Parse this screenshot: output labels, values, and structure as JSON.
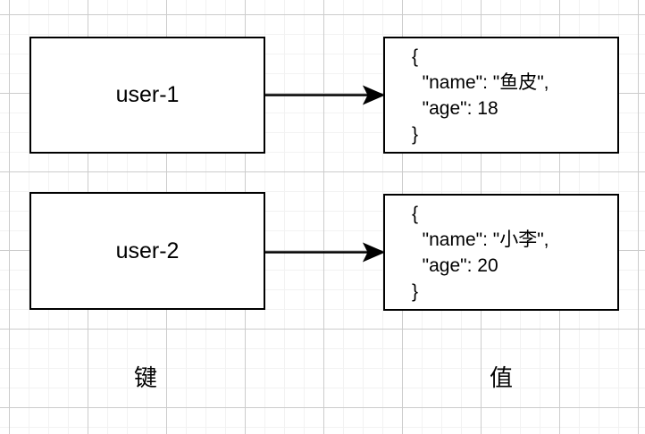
{
  "diagram": {
    "rows": [
      {
        "key": "user-1",
        "value_lines": [
          "{",
          "  \"name\": \"鱼皮\",",
          "  \"age\": 18",
          "}"
        ]
      },
      {
        "key": "user-2",
        "value_lines": [
          "{",
          "  \"name\": \"小李\",",
          "  \"age\": 20",
          "}"
        ]
      }
    ],
    "labels": {
      "key": "键",
      "value": "值"
    }
  },
  "colors": {
    "stroke": "#000000",
    "node_fill": "#ffffff",
    "grid_minor": "#f2f2f2",
    "grid_major": "#cccccc"
  }
}
